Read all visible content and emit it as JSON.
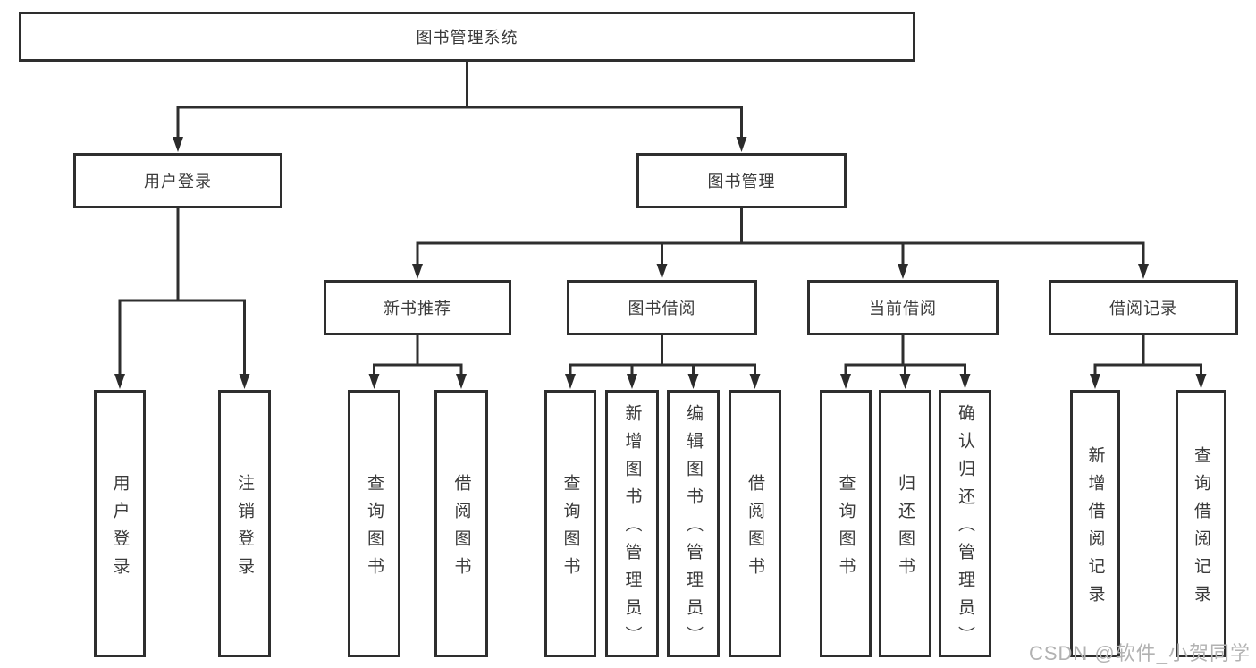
{
  "colors": {
    "line": "#2e2e2e",
    "box_border": "#2e2e2e",
    "text": "#3a3a3a",
    "watermark": "#b2b2b2",
    "background": "#ffffff"
  },
  "watermark": {
    "text": "CSDN @软件_小贺同学"
  },
  "tree": {
    "label": "图书管理系统",
    "children": [
      {
        "label": "用户登录",
        "children": [
          {
            "label": "用户登录"
          },
          {
            "label": "注销登录"
          }
        ]
      },
      {
        "label": "图书管理",
        "children": [
          {
            "label": "新书推荐",
            "children": [
              {
                "label": "查询图书"
              },
              {
                "label": "借阅图书"
              }
            ]
          },
          {
            "label": "图书借阅",
            "children": [
              {
                "label": "查询图书"
              },
              {
                "label": "新增图书（管理员）"
              },
              {
                "label": "编辑图书（管理员）"
              },
              {
                "label": "借阅图书"
              }
            ]
          },
          {
            "label": "当前借阅",
            "children": [
              {
                "label": "查询图书"
              },
              {
                "label": "归还图书"
              },
              {
                "label": "确认归还（管理员）"
              }
            ]
          },
          {
            "label": "借阅记录",
            "children": [
              {
                "label": "新增借阅记录"
              },
              {
                "label": "查询借阅记录"
              }
            ]
          }
        ]
      }
    ]
  }
}
